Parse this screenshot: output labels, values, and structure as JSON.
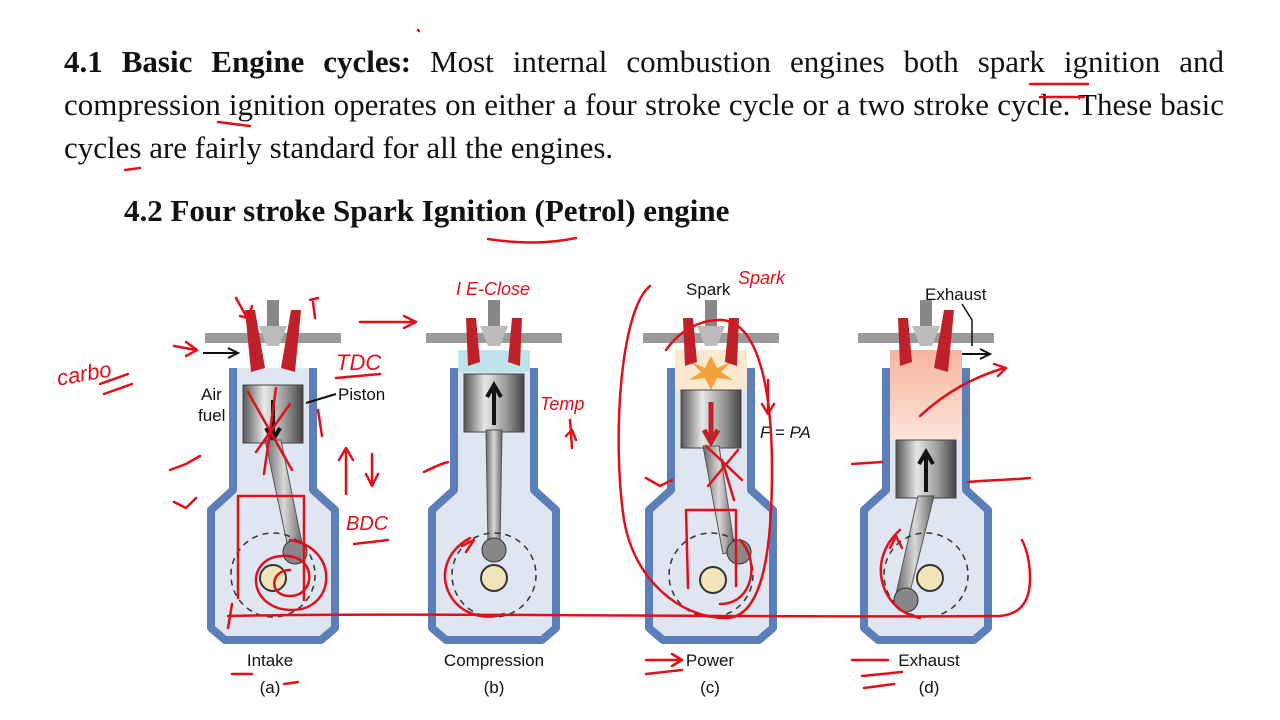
{
  "document": {
    "section_41": {
      "title": "4.1 Basic Engine cycles:",
      "body": " Most internal combustion engines both spark ignition and compression ignition operates on either a four stroke cycle or a two stroke cycle. These basic cycles are fairly standard for all the engines."
    },
    "section_42": {
      "title": "4.2 Four stroke Spark Ignition (Petrol) engine"
    }
  },
  "diagram": {
    "labels": {
      "air_fuel_1": "Air",
      "air_fuel_2": "fuel",
      "piston": "Piston",
      "spark": "Spark",
      "exhaust_top": "Exhaust",
      "force": "F = PA"
    },
    "strokes": [
      {
        "name": "Intake",
        "letter": "(a)"
      },
      {
        "name": "Compression",
        "letter": "(b)"
      },
      {
        "name": "Power",
        "letter": "(c)"
      },
      {
        "name": "Exhaust",
        "letter": "(d)"
      }
    ],
    "handwritten": {
      "carbo": "carbo",
      "tdc": "TDC",
      "bdc": "BDC",
      "temp": "Temp",
      "i_eclose": "I   E-Close",
      "spark_note": "Spark"
    }
  },
  "colors": {
    "engine_wall": "#5b7fb8",
    "engine_fill": "#dfe6f2",
    "valve": "#c0202a",
    "annotation": "#e0101a"
  }
}
